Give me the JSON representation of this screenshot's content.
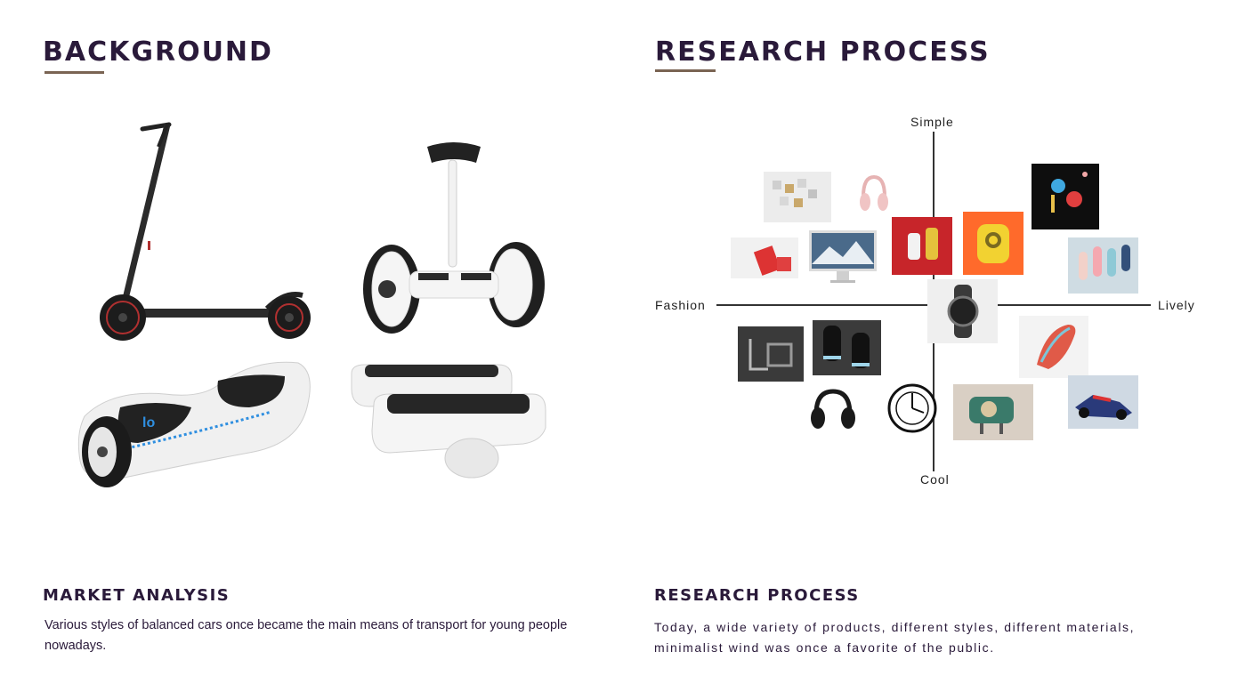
{
  "left": {
    "title": "BACKGROUND",
    "subtitle": "MARKET ANALYSIS",
    "text": "Various styles of balanced cars once became the main means of transport for young people nowadays."
  },
  "right": {
    "title": "RESEARCH PROCESS",
    "subtitle": "RESEARCH PROCESS",
    "text": "Today, a wide variety of products, different styles, different materials, minimalist wind was once a favorite of the public."
  },
  "mood_board": {
    "axis_top": "Simple",
    "axis_bottom": "Cool",
    "axis_left": "Fashion",
    "axis_right": "Lively"
  },
  "colors": {
    "heading": "#2a1a3a",
    "accent_underline": "#7a6453",
    "axis": "#333333"
  },
  "images": {
    "products": [
      "electric-scooter",
      "self-balancing-scooter-with-handle",
      "hoverboard",
      "hovershoes"
    ],
    "mood": [
      "wall-tiles",
      "headphones-pink",
      "gadget-silhouette",
      "cable-organizer",
      "imac",
      "red-speakers",
      "yellow-camera",
      "colorful-bottles",
      "smartwatch",
      "metal-hooks",
      "black-speakers",
      "sneaker",
      "black-headphones",
      "wall-clock",
      "vintage-machine",
      "race-car"
    ]
  }
}
